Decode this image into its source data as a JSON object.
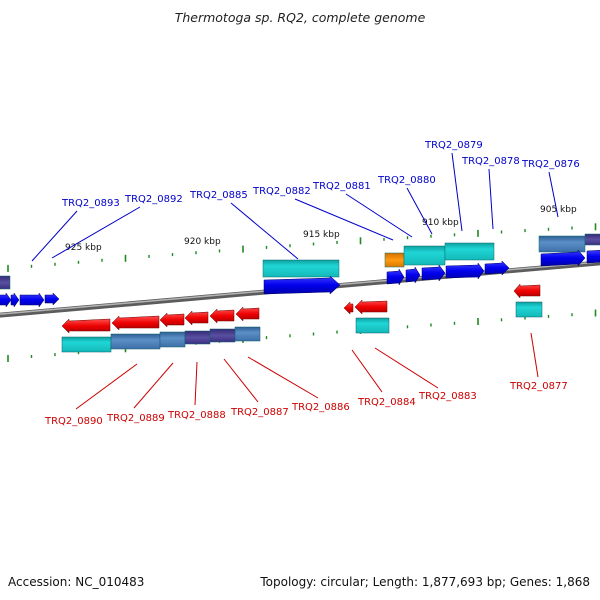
{
  "title": "Thermotoga sp. RQ2, complete genome",
  "footer": {
    "accession": "Accession: NC_010483",
    "summary": "Topology: circular; Length: 1,877,693 bp; Genes: 1,868"
  },
  "scale_labels": [
    "925 kbp",
    "920 kbp",
    "915 kbp",
    "910 kbp",
    "905 kbp"
  ],
  "forward_labels": [
    "TRQ2_0893",
    "TRQ2_0892",
    "TRQ2_0885",
    "TRQ2_0882",
    "TRQ2_0881",
    "TRQ2_0880",
    "TRQ2_0879",
    "TRQ2_0878",
    "TRQ2_0876"
  ],
  "reverse_labels": [
    "TRQ2_0890",
    "TRQ2_0889",
    "TRQ2_0888",
    "TRQ2_0887",
    "TRQ2_0886",
    "TRQ2_0884",
    "TRQ2_0883",
    "TRQ2_0877"
  ],
  "colors": {
    "forward_gene": "#0000ee",
    "reverse_gene": "#ee0000",
    "feature_cyan": "#18c8c8",
    "feature_steel": "#4a7fb5",
    "feature_purple": "#4a3f8f",
    "feature_orange": "#f08c00",
    "backbone": "#888888",
    "tick": "#1f8a1f",
    "forward_label": "#0000cc",
    "reverse_label": "#cc0000"
  }
}
